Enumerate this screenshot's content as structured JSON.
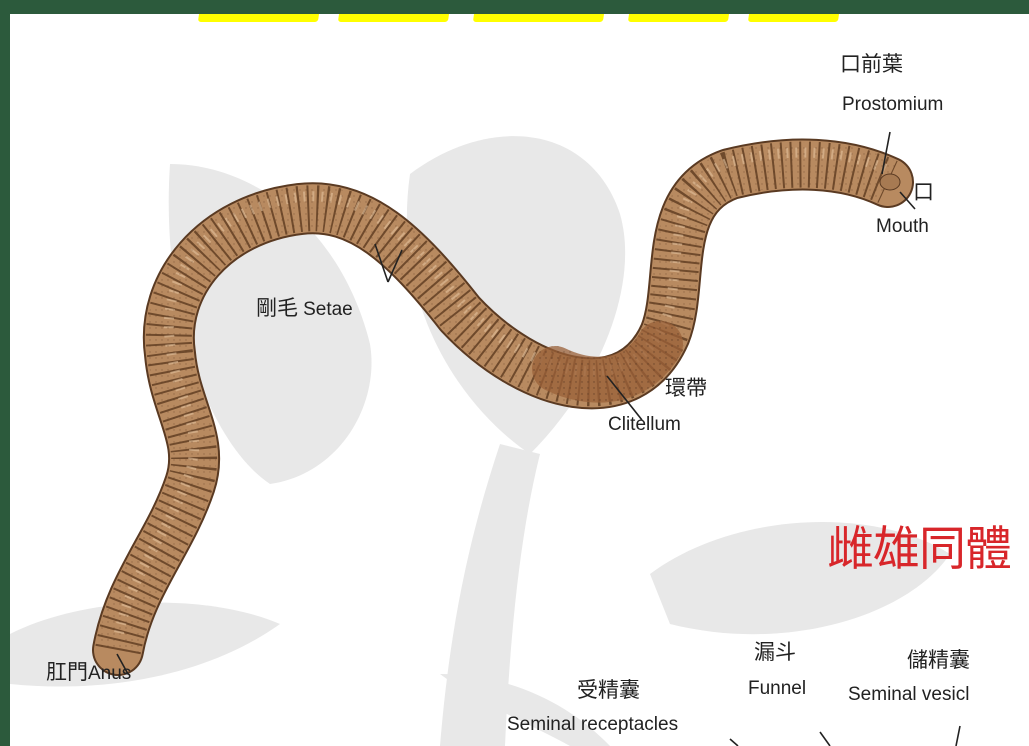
{
  "labels": {
    "prostomium_cn": "口前葉",
    "prostomium_en": "Prostomium",
    "mouth_cn": "口",
    "mouth_en": "Mouth",
    "setae_cn": "剛毛",
    "setae_en": "Setae",
    "clitellum_cn": "環帶",
    "clitellum_en": "Clitellum",
    "anus_cn": "肛門",
    "anus_en": "Anus",
    "hermaphrodite": "雌雄同體",
    "receptacle_cn": "受精囊",
    "receptacle_en": "Seminal receptacles",
    "funnel_cn": "漏斗",
    "funnel_en": "Funnel",
    "vesicle_cn": "儲精囊",
    "vesicle_en": "Seminal vesicl"
  },
  "colors": {
    "frame": "#2c5a3c",
    "title_highlight": "#ffff00",
    "accent_red": "#d8262a",
    "worm_body": "#b88a60",
    "worm_ring": "#6f4a2c",
    "clitellum": "#9a6038",
    "watermark": "#e8e8e8"
  }
}
